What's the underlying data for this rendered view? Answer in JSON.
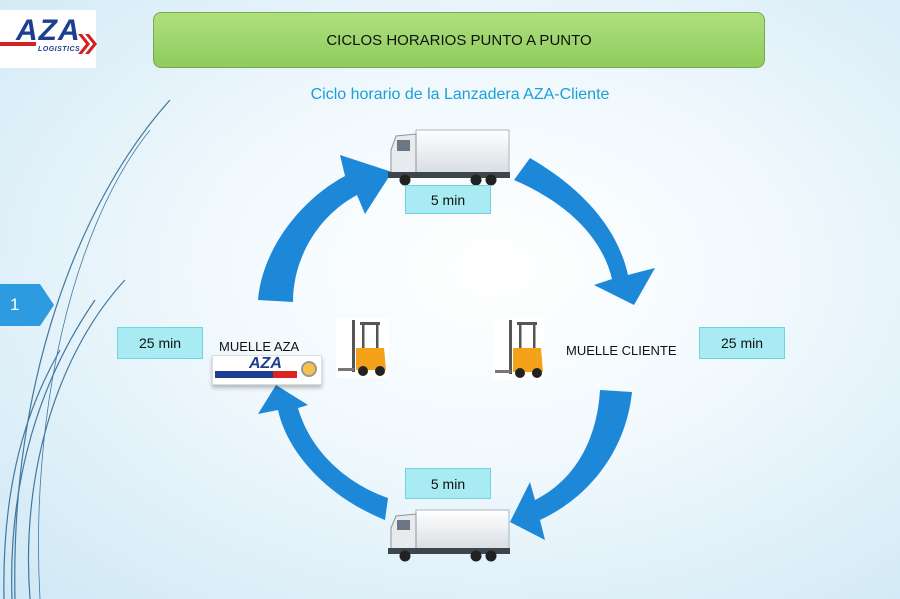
{
  "header": {
    "logo_text": "AZA",
    "logo_sub": "LOGISTICS",
    "title": "CICLOS HORARIOS PUNTO A PUNTO",
    "subtitle": "Ciclo horario de la Lanzadera AZA-Cliente"
  },
  "diagram": {
    "top_time": "5 min",
    "bottom_time": "5 min",
    "left_time": "25 min",
    "right_time": "25 min",
    "left_label": "MUELLE AZA",
    "right_label": "MUELLE CLIENTE",
    "mini_logo_text": "AZA"
  },
  "side_tab": {
    "number": "1"
  },
  "colors": {
    "arrow": "#1e88d8",
    "title_bg": "#9bd46a",
    "time_box": "#a8ebf3",
    "subtitle": "#1a9fd9",
    "brand": "#1d3f8f",
    "brand_red": "#d22222"
  }
}
